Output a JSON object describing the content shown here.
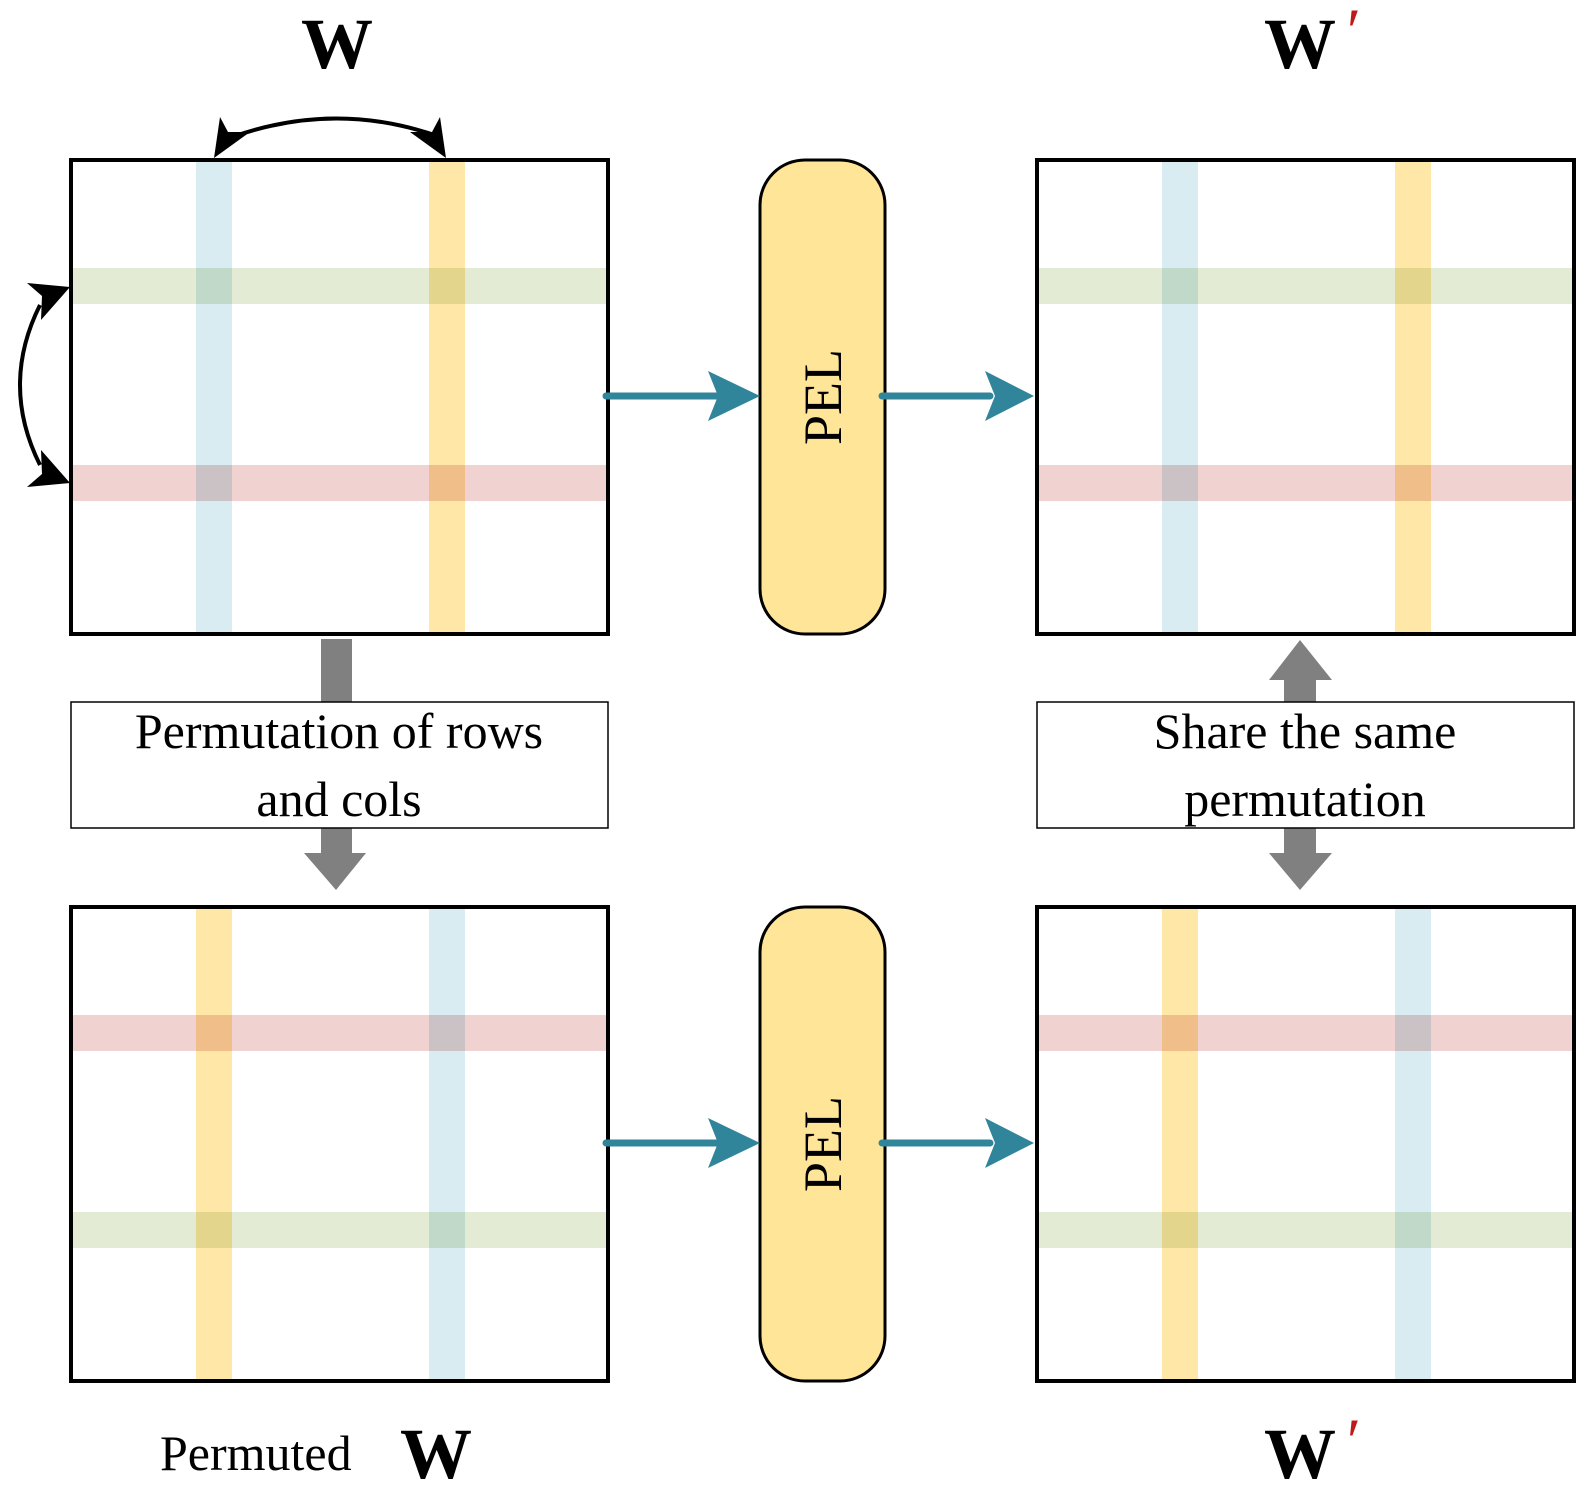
{
  "colors": {
    "blue_band": "#cfe7ee",
    "yellow_band": "#ffe391",
    "green_band": "#e2ead3",
    "red_band": "#efd0cf",
    "pel_fill": "#ffe598",
    "teal_arrow": "#31859a",
    "gray_arrow": "#808080",
    "prime_color": "#c0191a"
  },
  "labels": {
    "top_left_title": "W",
    "top_right_title": "W",
    "top_right_prime": "′",
    "bottom_left_caption_prefix": "Permuted",
    "bottom_left_caption_symbol": "W",
    "bottom_right_title": "W",
    "bottom_right_prime": "′"
  },
  "pel_blocks": [
    {
      "label": "PEL"
    },
    {
      "label": "PEL"
    }
  ],
  "annotation_boxes": {
    "permutation": {
      "line1": "Permutation of rows",
      "line2": "and cols"
    },
    "share": {
      "line1": "Share the same",
      "line2": "permutation"
    }
  },
  "matrices": {
    "top_left": {
      "cols": [
        "blue",
        "yellow"
      ],
      "rows": [
        "green",
        "red"
      ]
    },
    "top_right": {
      "cols": [
        "blue",
        "yellow"
      ],
      "rows": [
        "green",
        "red"
      ]
    },
    "bottom_left": {
      "cols": [
        "yellow",
        "blue"
      ],
      "rows": [
        "red",
        "green"
      ]
    },
    "bottom_right": {
      "cols": [
        "yellow",
        "blue"
      ],
      "rows": [
        "red",
        "green"
      ]
    }
  }
}
